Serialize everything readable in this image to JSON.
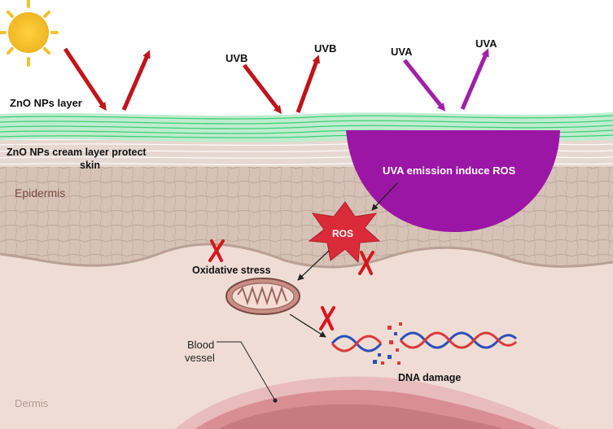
{
  "labels": {
    "zno_layer": "ZnO NPs layer",
    "cream_line1": "ZnO NPs cream layer protect",
    "cream_line2": "skin",
    "epidermis": "Epidermis",
    "dermis": "Dermis",
    "uvb_in": "UVB",
    "uvb_out": "UVB",
    "uva_in": "UVA",
    "uva_out": "UVA",
    "uva_emission": "UVA emission induce ROS",
    "ros": "ROS",
    "oxidative_stress": "Oxidative stress",
    "blood_line1": "Blood",
    "blood_line2": "vessel",
    "dna_damage": "DNA damage"
  },
  "colors": {
    "uvb_arrow": "#c0141b",
    "uva_arrow": "#a020a8",
    "uva_dome": "#9b16a4",
    "zno_layer": "#5fd98a",
    "epidermis": "#d9c6bc",
    "dermis": "#eddbd4",
    "ros_star": "#d92b3a",
    "block_x": "#d8141c",
    "sun": "#f2c12e"
  }
}
